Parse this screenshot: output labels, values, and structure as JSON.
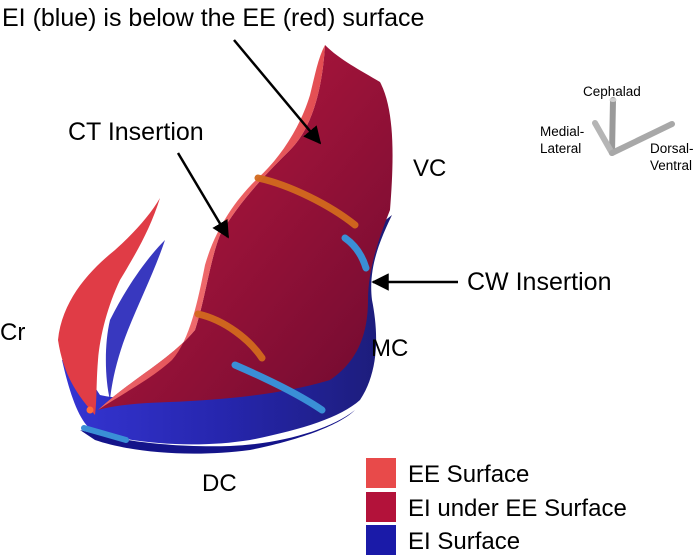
{
  "annotations": {
    "top_note": "EI (blue) is below the EE (red) surface",
    "ct_insertion": "CT Insertion",
    "cw_insertion": "CW Insertion",
    "vc": "VC",
    "mc": "MC",
    "dc": "DC",
    "cr": "Cr"
  },
  "axes_indicator": {
    "up": "Cephalad",
    "left_line1": "Medial-",
    "left_line2": "Lateral",
    "right_line1": "Dorsal-",
    "right_line2": "Ventral"
  },
  "legend": {
    "items": [
      {
        "label": "EE Surface",
        "color": "#e84a4a"
      },
      {
        "label": "EI under EE Surface",
        "color": "#b3123a"
      },
      {
        "label": "EI Surface",
        "color": "#1a1aa8"
      }
    ]
  },
  "colors": {
    "ee_surface": "#e84a4a",
    "ei_under_ee": "#b3123a",
    "ei_surface": "#1a1aa8",
    "insertion_band_orange": "#d2691e",
    "insertion_band_blue": "#3a8fd6"
  }
}
